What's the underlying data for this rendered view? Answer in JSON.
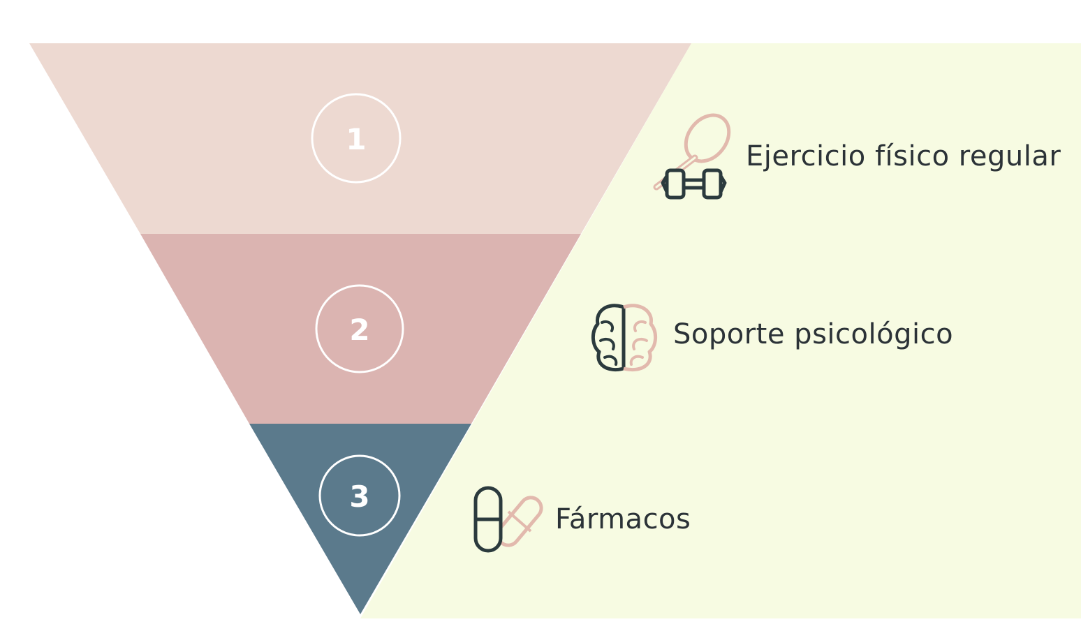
{
  "colors": {
    "background": "#ffffff",
    "panel": "#f7fbe2",
    "tier1": "#edd9d1",
    "tier2": "#dbb4b1",
    "tier3": "#5b7a8c",
    "circle_stroke": "#ffffff",
    "icon_dark": "#2b3a3d",
    "icon_accent": "#e2b9ad",
    "text": "#2b3237"
  },
  "steps": [
    {
      "number": "1",
      "label": "Ejercicio físico regular",
      "icon": "dumbbell-racket-icon"
    },
    {
      "number": "2",
      "label": "Soporte psicológico",
      "icon": "brain-icon"
    },
    {
      "number": "3",
      "label": "Fármacos",
      "icon": "pills-icon"
    }
  ]
}
